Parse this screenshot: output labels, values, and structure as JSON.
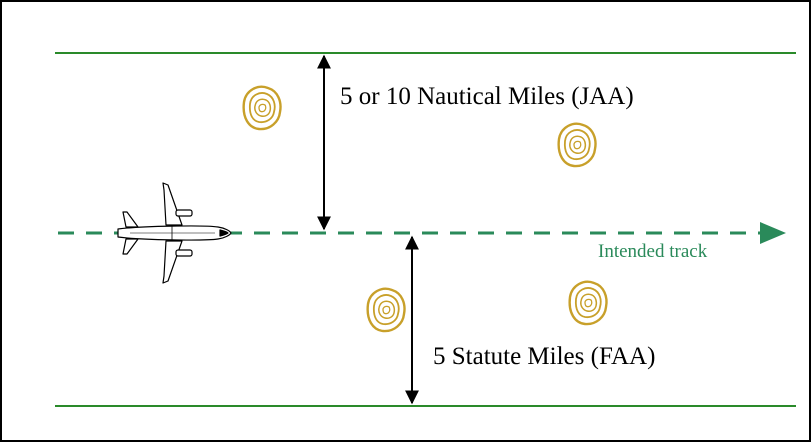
{
  "labels": {
    "upper_distance": "5 or 10 Nautical Miles (JAA)",
    "lower_distance": "5 Statute Miles (FAA)",
    "track": "Intended track"
  },
  "colors": {
    "boundary_line": "#2a8a2a",
    "track_line": "#2a8a5a",
    "terrain": "#c8a02a",
    "frame": "#000000",
    "arrow": "#000000"
  },
  "icons": {
    "aircraft": "airplane-icon",
    "terrain": "terrain-contour-icon"
  }
}
